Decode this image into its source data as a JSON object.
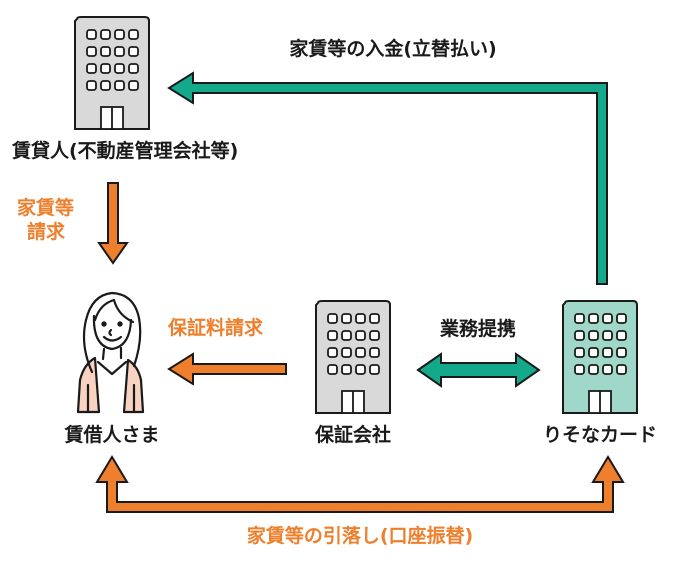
{
  "entities": {
    "landlord": {
      "label": "賃貸人(不動産管理会社等)",
      "icon": "office-building-icon",
      "color": "#d9d9d9"
    },
    "tenant": {
      "label": "賃借人さま",
      "icon": "woman-person-icon",
      "color": "#f9d3c1"
    },
    "guarantor": {
      "label": "保証会社",
      "icon": "office-building-icon",
      "color": "#d9d9d9"
    },
    "resona_card": {
      "label": "りそなカード",
      "icon": "office-building-icon",
      "color": "#9fd8c8"
    }
  },
  "flows": {
    "rent_payment": {
      "label": "家賃等の入金(立替払い)",
      "from": "りそなカード",
      "to": "賃貸人(不動産管理会社等)",
      "color": "#13a98a"
    },
    "rent_billing": {
      "label_line1": "家賃等",
      "label_line2": "請求",
      "from": "賃貸人(不動産管理会社等)",
      "to": "賃借人さま",
      "color": "#ee7f2c"
    },
    "guarantee_fee_billing": {
      "label": "保証料請求",
      "from": "保証会社",
      "to": "賃借人さま",
      "color": "#ee7f2c"
    },
    "business_alliance": {
      "label": "業務提携",
      "between": [
        "保証会社",
        "りそなカード"
      ],
      "color": "#13a98a"
    },
    "rent_debit": {
      "label": "家賃等の引落し(口座振替)",
      "from": "賃借人さま",
      "to": "りそなカード",
      "color": "#ee7f2c"
    }
  }
}
